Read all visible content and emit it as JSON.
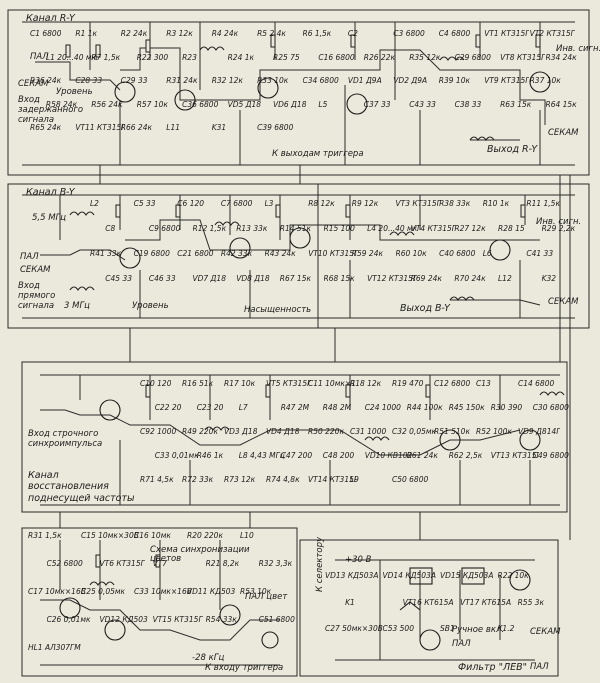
{
  "blocks": {
    "ry": {
      "title": "Канал R-Y",
      "input_label": "Вход задержанного сигнала",
      "output_label": "Выход R-Y",
      "trigger_out": "К выходам триггера",
      "level_label": "Уровень",
      "inv_signal": "Инв. сигн.",
      "secam": "СЕКАМ",
      "pal": "ПАЛ"
    },
    "by": {
      "title": "Канал B-Y",
      "input_label": "Вход прямого сигнала",
      "output_label": "Выход B-Y",
      "level_label": "Уровень",
      "saturation_label": "Насыщенность",
      "inv_signal": "Инв. сигн.",
      "secam": "СЕКАМ",
      "pal": "ПАЛ",
      "freq_55": "5,5 МГц",
      "freq_3": "3 МГц"
    },
    "carrier": {
      "title": "Канал восстановления поднесущей частоты",
      "input_label": "Вход строчного синхроимпульса"
    },
    "sync": {
      "title": "Схема синхронизации цветов",
      "trigger_in": "К входу триггера",
      "pal_color": "ПАЛ цвет",
      "voltage": "-28 кГц"
    },
    "filter": {
      "title": "Фильтр \"ЛЕВ\"",
      "supply": "+30 В",
      "to_selector": "К селектору",
      "manual_on": "Ручное вкл.",
      "pal": "ПАЛ",
      "secam": "СЕКАМ"
    }
  },
  "components": {
    "ry": [
      "C1 6800",
      "R1 1к",
      "R2 24к",
      "R3 12к",
      "R4 24к",
      "R5 2,4к",
      "R6 1,5к",
      "C2",
      "C3 6800",
      "C4 6800",
      "VT1 КТ315Г",
      "VT2 КТ315Г",
      "L1 20...40 мкГн",
      "R7 1,5к",
      "R22 300",
      "R23",
      "R24 1к",
      "R25 75",
      "C16 6800",
      "R26 22к",
      "R35 12к",
      "C29 6800",
      "VT8 КТ315Г",
      "R34 24к",
      "R36 24к",
      "C28 33",
      "C29 33",
      "R31 24к",
      "R32 12к",
      "R33 10к",
      "C34 6800",
      "VD1 Д9А",
      "VD2 Д9А",
      "R39 10к",
      "VT9 КТ315Г",
      "R37 10к",
      "R58 24к",
      "R56 24к",
      "R57 10к",
      "C36 6800",
      "VD5 Д18",
      "VD6 Д18",
      "L5",
      "C37 33",
      "C43 33",
      "C38 33",
      "R63 15к",
      "R64 15к",
      "R65 24к",
      "VT11 КТ315Г",
      "R66 24к",
      "L11",
      "K31",
      "C39 6800"
    ],
    "by": [
      "L2",
      "C5 33",
      "C6 120",
      "C7 6800",
      "L3",
      "R8 12к",
      "R9 12к",
      "VT3 КТ315Г",
      "R38 33к",
      "R10 1к",
      "R11 1,5к",
      "C8",
      "C9 6800",
      "R12 1,5к",
      "R13 33к",
      "R14 51к",
      "R15 100",
      "L4 20...40 мкГн",
      "VT4 КТ315Г",
      "R27 12к",
      "R28 15",
      "R29 2,2к",
      "R41 33к",
      "C19 6800",
      "C21 6800",
      "R42 33к",
      "R43 24к",
      "VT10 КТ315Г",
      "R59 24к",
      "R60 10к",
      "C40 6800",
      "L6",
      "C41 33",
      "C45 33",
      "C46 33",
      "VD7 Д18",
      "VD8 Д18",
      "R67 15к",
      "R68 15к",
      "VT12 КТ315Г",
      "R69 24к",
      "R70 24к",
      "L12",
      "K32"
    ],
    "carrier": [
      "C10 120",
      "R16 51к",
      "R17 10к",
      "VT5 КТ315Г",
      "C11 10мк×16В",
      "R18 12к",
      "R19 470",
      "C12 6800",
      "C13",
      "C14 6800",
      "C22 20",
      "C23 20",
      "L7",
      "R47 2М",
      "R48 2М",
      "C24 1000",
      "R44 100к",
      "R45 150к",
      "R30 390",
      "C30 6800",
      "C92 1000",
      "R49 220к",
      "VD3 Д18",
      "VD4 Д18",
      "R50 220к",
      "C31 1000",
      "C32 0,05мк",
      "R51 510к",
      "R52 100к",
      "VD9 Д814Г",
      "C33 0,01мк",
      "R46 1к",
      "L8 4,43 МГц",
      "C47 200",
      "C48 200",
      "VD10 КВ102",
      "R61 24к",
      "R62 2,5к",
      "VT13 КТ315Г",
      "C49 6800",
      "R71 4,5к",
      "R72 33к",
      "R73 12к",
      "R74 4,8к",
      "VT14 КТ315Г",
      "L9",
      "C50 6800"
    ],
    "sync": [
      "R31 1,5к",
      "C15 10мк×30В",
      "C16 10мк",
      "R20 220к",
      "L10",
      "C52 6800",
      "VT6 КТ315Г",
      "VT7",
      "R21 8,2к",
      "R32 3,3к",
      "C17 10мк×16В",
      "C25 0,05мк",
      "C33 10мк×16В",
      "VD11 КД503",
      "R53 10к",
      "C26 0,01мк",
      "VD12 КД503",
      "VT15 КТ315Г",
      "R54 33к",
      "C51 6800",
      "HL1 АЛ307ГМ"
    ],
    "filter": [
      "VD13 КД503А",
      "VD14 КД503А",
      "VD15 КД503А",
      "R22 10к",
      "K1",
      "VT16 КТ615А",
      "VT17 КТ615А",
      "R55 3к",
      "C27 50мк×30В",
      "C53 500",
      "SB1",
      "K1.2"
    ]
  }
}
